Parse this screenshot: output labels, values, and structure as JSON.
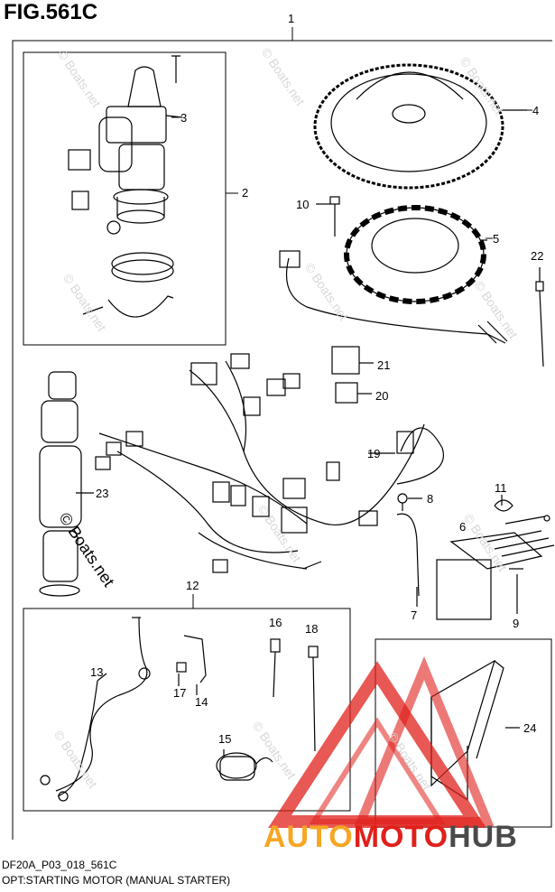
{
  "figure": {
    "title": "FIG.561C",
    "code": "DF20A_P03_018_561C",
    "description": "OPT:STARTING MOTOR (MANUAL STARTER)"
  },
  "callouts": {
    "c1": "1",
    "c2": "2",
    "c3": "3",
    "c4": "4",
    "c5": "5",
    "c6": "6",
    "c7": "7",
    "c8": "8",
    "c9": "9",
    "c10": "10",
    "c11": "11",
    "c12": "12",
    "c13": "13",
    "c14": "14",
    "c15": "15",
    "c16": "16",
    "c17": "17",
    "c18": "18",
    "c19": "19",
    "c20": "20",
    "c21": "21",
    "c22": "22",
    "c23": "23",
    "c24": "24"
  },
  "watermarks": {
    "boats": "© Boats.net",
    "brand_auto": "AUTO",
    "brand_moto": "MOTO",
    "brand_hub": "HUB"
  },
  "colors": {
    "line": "#000000",
    "logo_red": "#e0201b",
    "logo_orange": "#f6a623",
    "logo_gray": "#4a4a4a",
    "watermark_faint": "#d8d8d8"
  }
}
